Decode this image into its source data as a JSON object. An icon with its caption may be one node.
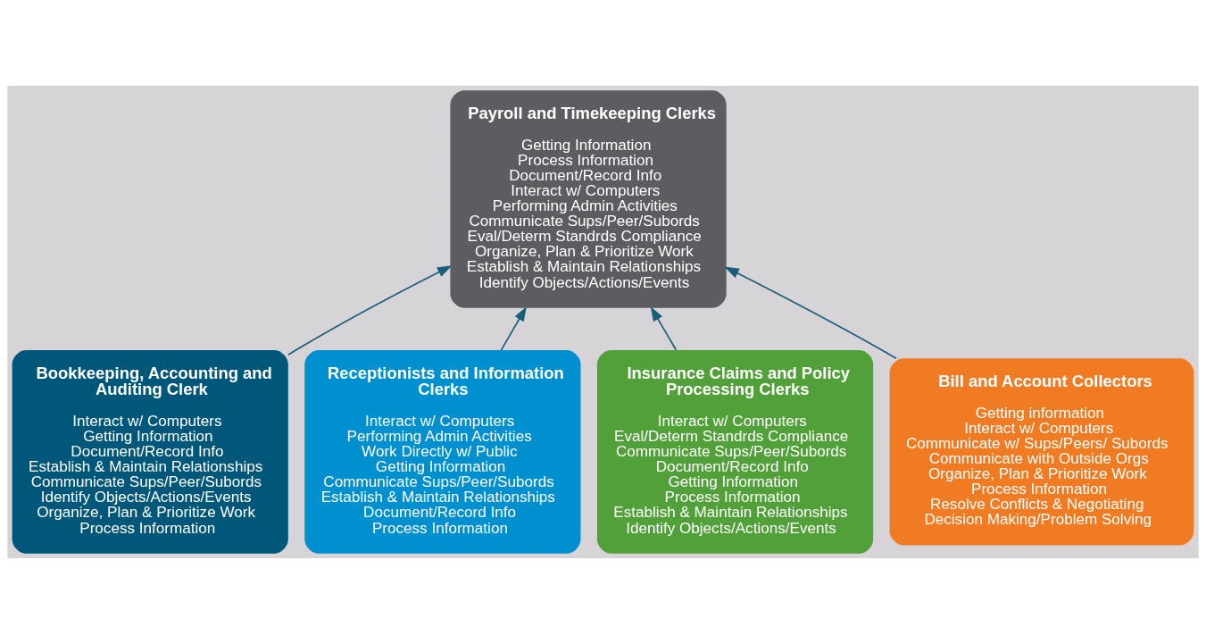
{
  "diagram": {
    "nodes": [
      {
        "text": [
          "Payroll and Timekeeping Clerks",
          "Getting Information",
          "Process Information",
          "Document/Record Info",
          "Interact w/ Computers",
          "Performing Admin Activities",
          "Communicate Sups/Peer/Subords",
          "Eval/Determ Standrds Compliance",
          "Organize, Plan & Prioritize Work",
          "Establish & Maintain Relationships",
          "Identify Objects/Actions/Events"
        ]
      },
      {
        "text": [
          "Bookkeeping, Accounting and Auditing Clerk",
          "Interact w/ Computers",
          "Getting Information",
          "Document/Record Info",
          "Establish & Maintain Relationships",
          "Communicate Sups/Peer/Subords",
          "Identify Objects/Actions/Events",
          "Organize, Plan & Prioritize Work",
          "Process Information"
        ]
      },
      {
        "text": [
          "Receptionists and Information Clerks",
          "Interact w/ Computers",
          "Performing Admin Activities",
          "Work Directly w/ Public",
          "Getting Information",
          "Communicate Sups/Peer/Subords",
          "Establish & Maintain Relationships",
          "Document/Record Info",
          "Process Information"
        ]
      },
      {
        "text": [
          "Insurance Claims and Policy Processing Clerks",
          "Interact w/ Computers",
          "Eval/Determ Standrds Compliance",
          "Communicate Sups/Peer/Subords",
          "Document/Record Info",
          "Getting Information",
          "Process Information",
          "Establish & Maintain Relationships",
          "Identify Objects/Actions/Events"
        ]
      },
      {
        "text": [
          "Bill and Account Collectors",
          "Getting information",
          "Interact w/ Computers",
          "Communicate w/ Sups/Peers/ Subords",
          "Communicate with Outside Orgs",
          "Organize, Plan & Prioritize Work",
          "Process Information",
          "Resolve Conflicts & Negotiating",
          "Decision Making/Problem Solving"
        ]
      }
    ],
    "edges": [
      {
        "from": 1,
        "to": 0,
        "arrow": "to"
      },
      {
        "from": 2,
        "to": 0,
        "arrow": "to"
      },
      {
        "from": 3,
        "to": 0,
        "arrow": "to"
      },
      {
        "from": 4,
        "to": 0,
        "arrow": "to"
      }
    ]
  }
}
